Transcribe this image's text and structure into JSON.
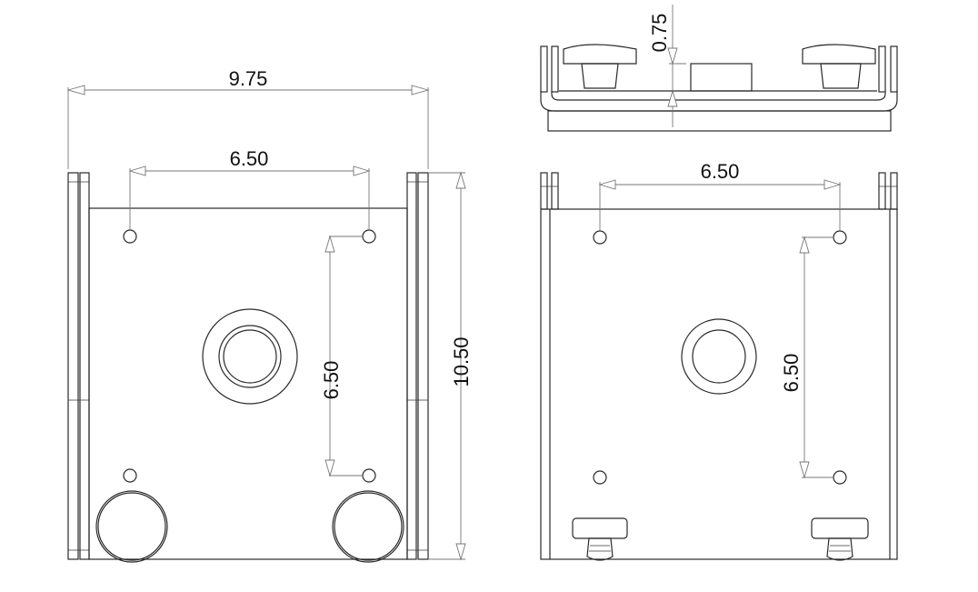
{
  "drawing": {
    "units": "in",
    "views": {
      "front": {
        "overall_width": "9.75",
        "overall_height": "10.50",
        "hole_spacing_horizontal": "6.50",
        "hole_spacing_vertical": "6.50"
      },
      "top": {
        "clearance": "0.75"
      },
      "rear": {
        "hole_spacing_horizontal": "6.50",
        "hole_spacing_vertical": "6.50"
      }
    },
    "colors": {
      "line": "#2a2a2a",
      "dimension": "#777777",
      "background": "#ffffff"
    }
  }
}
